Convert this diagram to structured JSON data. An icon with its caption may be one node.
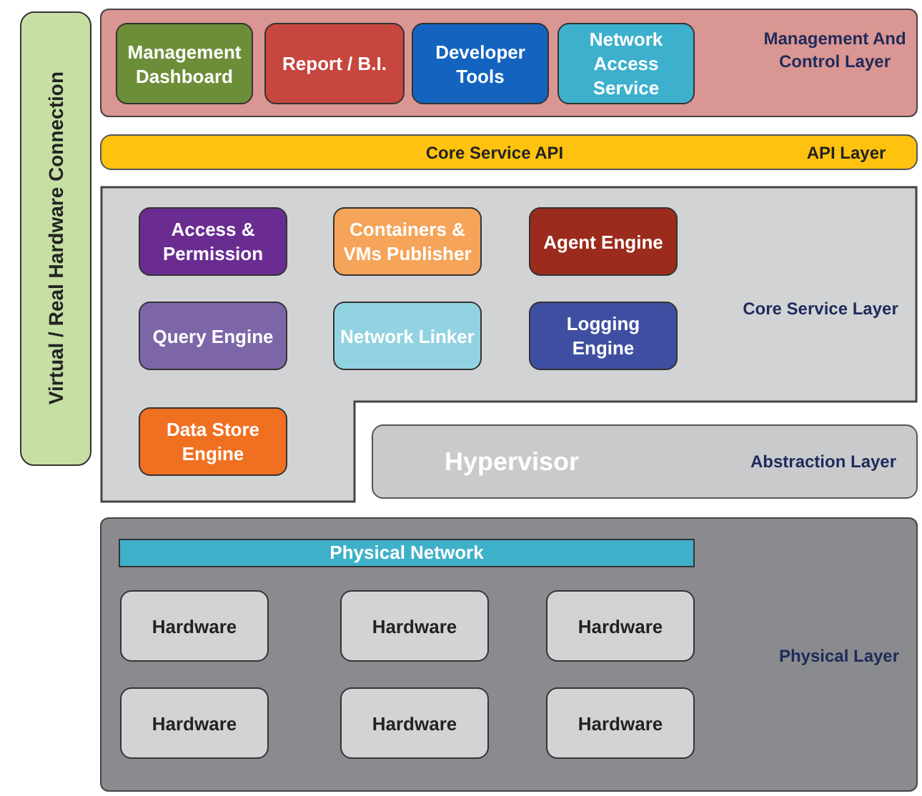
{
  "diagram": {
    "nodes": [
      {
        "text": [
          "Virtual / Real Hardware Connection"
        ]
      },
      {
        "text": [
          "Management And Control Layer"
        ]
      },
      {
        "text": [
          "Management Dashboard"
        ],
        "in": 1
      },
      {
        "text": [
          "Report / B.I."
        ],
        "in": 1
      },
      {
        "text": [
          "Developer Tools"
        ],
        "in": 1
      },
      {
        "text": [
          "Network Access Service"
        ],
        "in": 1
      },
      {
        "text": [
          "Core Service API",
          "API Layer"
        ]
      },
      {
        "text": [
          "Core Service Layer"
        ]
      },
      {
        "text": [
          "Access & Permission"
        ],
        "in": 7
      },
      {
        "text": [
          "Containers & VMs Publisher"
        ],
        "in": 7
      },
      {
        "text": [
          "Agent Engine"
        ],
        "in": 7
      },
      {
        "text": [
          "Query Engine"
        ],
        "in": 7
      },
      {
        "text": [
          "Network Linker"
        ],
        "in": 7
      },
      {
        "text": [
          "Logging Engine"
        ],
        "in": 7
      },
      {
        "text": [
          "Data Store Engine"
        ],
        "in": 7
      },
      {
        "text": [
          "Hypervisor",
          "Abstraction Layer"
        ]
      },
      {
        "text": [
          "Physical Layer"
        ]
      },
      {
        "text": [
          "Physical Network"
        ],
        "in": 16
      },
      {
        "text": [
          "Hardware"
        ],
        "in": 16
      },
      {
        "text": [
          "Hardware"
        ],
        "in": 16
      },
      {
        "text": [
          "Hardware"
        ],
        "in": 16
      },
      {
        "text": [
          "Hardware"
        ],
        "in": 16
      },
      {
        "text": [
          "Hardware"
        ],
        "in": 16
      },
      {
        "text": [
          "Hardware"
        ],
        "in": 16
      }
    ],
    "edges": []
  }
}
